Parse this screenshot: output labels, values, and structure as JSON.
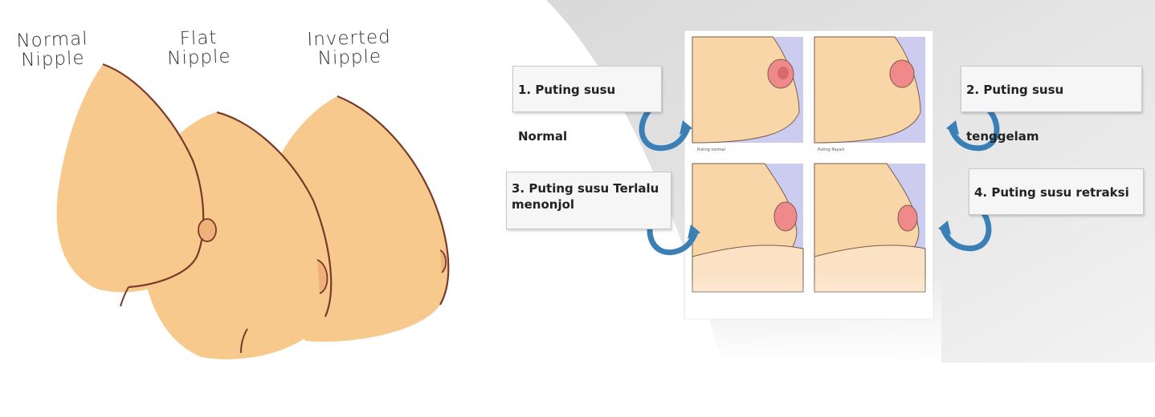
{
  "left_panel": {
    "labels": [
      {
        "line1": "Normal",
        "line2": "Nipple"
      },
      {
        "line1": "Flat",
        "line2": "Nipple"
      },
      {
        "line1": "Inverted",
        "line2": "Nipple"
      }
    ],
    "colors": {
      "skin": "#f8c98c",
      "skin_shadow": "#f0b47e",
      "outline": "#7a3a2a",
      "nipple": "#f0b07a"
    }
  },
  "right_panel": {
    "tags": {
      "normal": "1. Puting susu Normal",
      "tenggelam": "2. Puting susu tenggelam",
      "menonjol_line1": "3. Puting susu Terlalu",
      "menonjol_line2": "menonjol",
      "retraksi": "4. Puting susu retraksi"
    },
    "tile_captions": {
      "tile1": "Puting normal",
      "tile2": "Puting flayari"
    },
    "colors": {
      "arrow": "#3a7fb5",
      "tile_bg": "#ccccf0",
      "skin": "#f8d6a8",
      "nipple": "#f08a8a"
    }
  }
}
